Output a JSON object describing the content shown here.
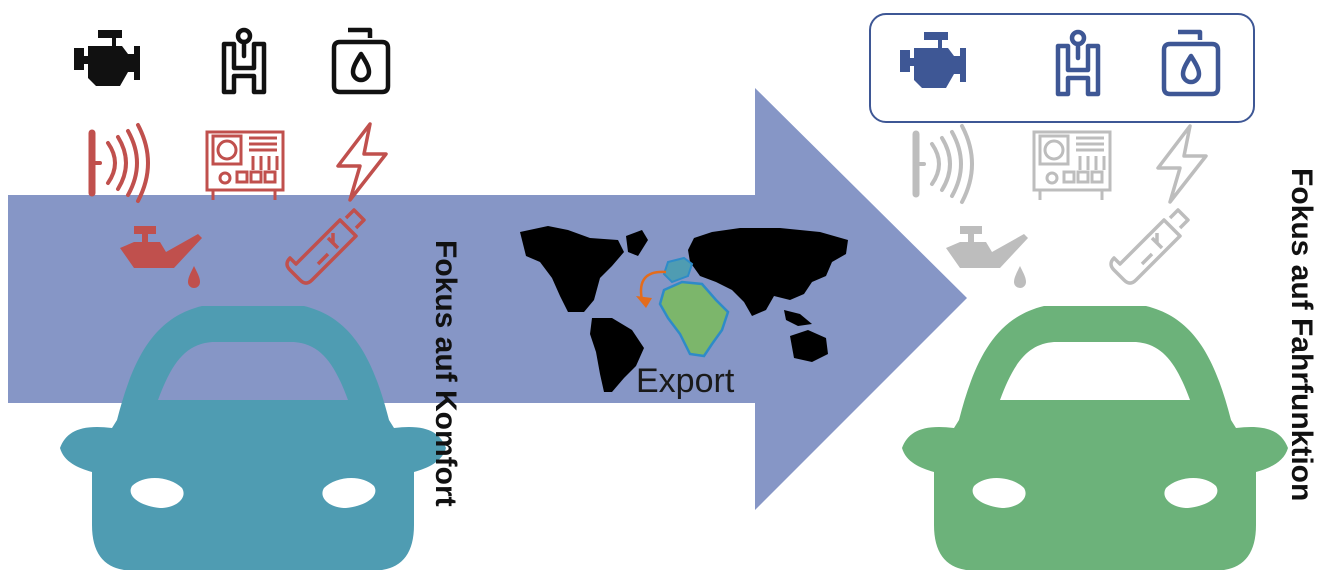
{
  "labels": {
    "left_vertical": "Fokus auf Komfort",
    "right_vertical": "Fokus auf Fahrfunktion",
    "export": "Export"
  },
  "colors": {
    "arrow": "#8696C6",
    "car_left": "#4F9CB2",
    "car_right": "#6CB27A",
    "icon_core_left": "#111111",
    "icon_comfort_left": "#C0504D",
    "icon_core_right": "#3E5795",
    "icon_comfort_right": "#BDBDBD",
    "map_land": "#000000",
    "map_africa": "#7CB66B",
    "map_outline": "#2E8BC8",
    "export_arrow": "#E36C1C"
  },
  "icons": {
    "core": [
      "engine-icon",
      "transmission-icon",
      "fuel-tank-icon"
    ],
    "comfort": [
      "sensor-icon",
      "control-unit-icon",
      "lightning-icon",
      "oil-can-icon",
      "battery-icon"
    ]
  }
}
